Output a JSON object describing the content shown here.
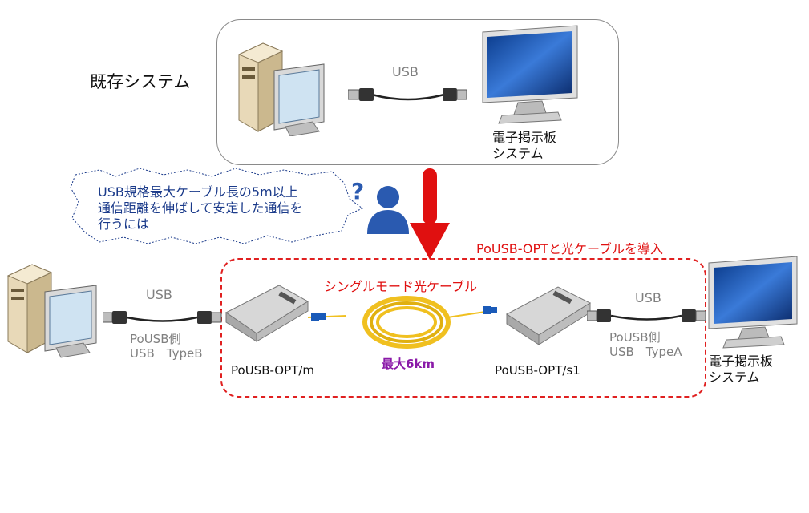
{
  "existing": {
    "title": "既存システム",
    "usb_label": "USB",
    "display_label_line1": "電子掲示板",
    "display_label_line2": "システム"
  },
  "question": {
    "bubble_line1": "USB規格最大ケーブル長の5m以上",
    "bubble_line2": "通信距離を伸ばして安定した通信を",
    "bubble_line3": "行うには",
    "mark": "?"
  },
  "solution": {
    "title": "PoUSB-OPTと光ケーブルを導入",
    "left_usb": "USB",
    "left_side_line1": "PoUSB側",
    "left_side_line2": "USB　TypeB",
    "master_label": "PoUSB-OPT/m",
    "fiber_label": "シングルモード光ケーブル",
    "distance_label": "最大6km",
    "slave_label": "PoUSB-OPT/s1",
    "right_usb": "USB",
    "right_side_line1": "PoUSB側",
    "right_side_line2": "USB　TypeA",
    "display_label_line1": "電子掲示板",
    "display_label_line2": "システム"
  },
  "colors": {
    "arrow": "#e01010",
    "dashed_border": "#e02020",
    "bubble_text": "#1a3a8a",
    "person": "#2a5ab0",
    "fiber": "#f0c020"
  }
}
